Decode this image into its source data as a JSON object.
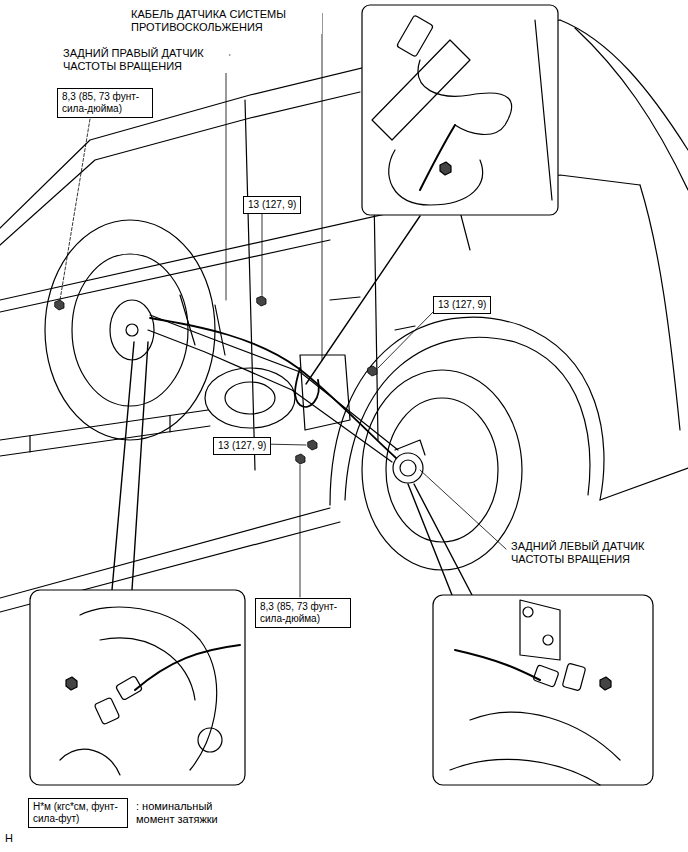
{
  "diagram": {
    "nodes": [
      {
        "text": [
          "8,3 (85, 73 фунт-сила-дюйма)"
        ]
      },
      {
        "text": [
          "13 (127, 9)"
        ]
      },
      {
        "text": [
          "13 (127, 9)"
        ]
      },
      {
        "text": [
          "13 (127, 9)"
        ]
      },
      {
        "text": [
          "8,3 (85, 73 фунт-сила-дюйма)"
        ]
      },
      {
        "text": [
          "Н*м (кгс*см, фунт-сила-фут)"
        ]
      }
    ],
    "labels": [
      "КАБЕЛЬ ДАТЧИКА СИСТЕМЫ ПРОТИВОСКОЛЬЖЕНИЯ",
      "ЗАДНИЙ ПРАВЫЙ ДАТЧИК ЧАСТОТЫ ВРАЩЕНИЯ",
      "ЗАДНИЙ ЛЕВЫЙ ДАТЧИК ЧАСТОТЫ ВРАЩЕНИЯ",
      ": номинальный момент затяжки",
      "H"
    ]
  }
}
